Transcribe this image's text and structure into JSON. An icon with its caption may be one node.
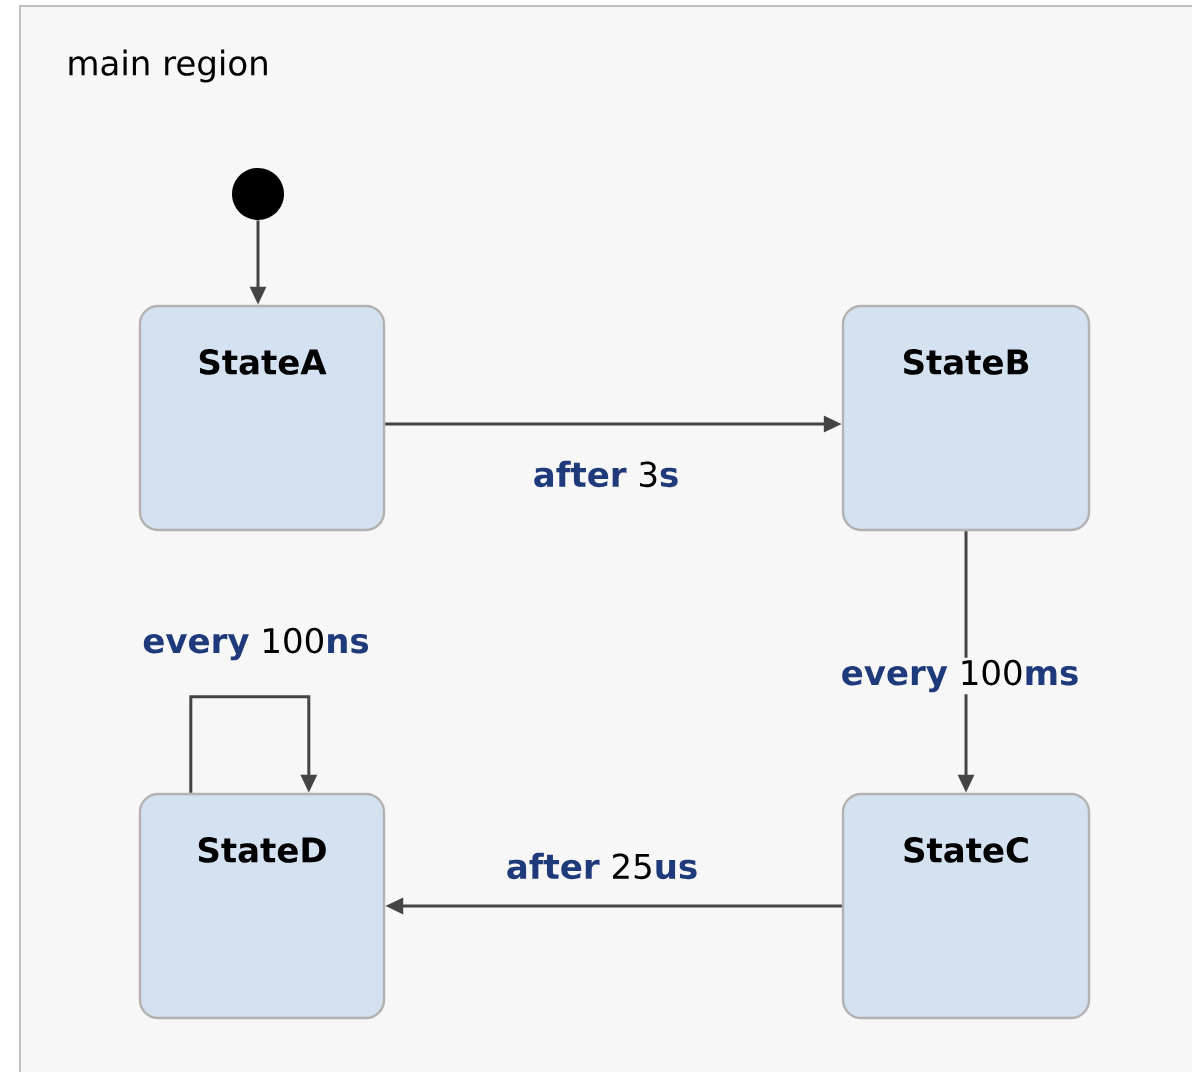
{
  "diagram": {
    "nodes": [
      {
        "text": [
          "main region"
        ]
      },
      {
        "text": [],
        "shape": "circle",
        "in": 0
      },
      {
        "text": [
          "StateA"
        ],
        "in": 0
      },
      {
        "text": [
          "StateB"
        ],
        "in": 0
      },
      {
        "text": [
          "StateC"
        ],
        "in": 0
      },
      {
        "text": [
          "StateD"
        ],
        "in": 0
      }
    ],
    "edges": [
      {
        "from": 1,
        "to": 2,
        "arrow": "to"
      },
      {
        "from": 2,
        "to": 3,
        "arrow": "to",
        "label": "**after** 3**s**"
      },
      {
        "from": 3,
        "to": 4,
        "arrow": "to",
        "label": "**every** 100**ms**"
      },
      {
        "from": 4,
        "to": 5,
        "arrow": "to",
        "label": "**after** 25**us**"
      },
      {
        "from": 5,
        "to": 5,
        "arrow": "to",
        "label": "**every** 100**ns**"
      }
    ]
  }
}
